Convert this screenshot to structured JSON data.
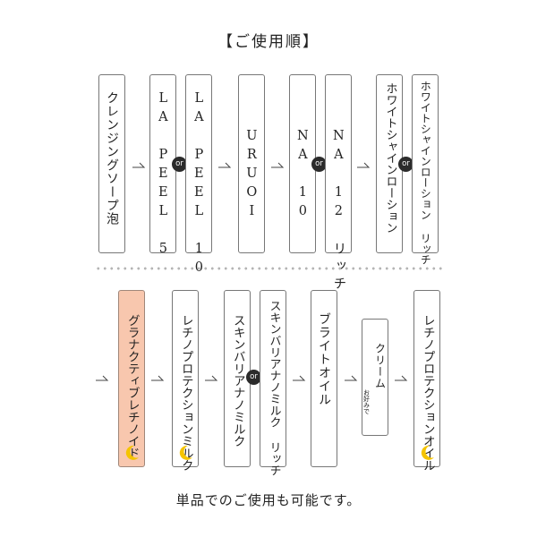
{
  "title": "【ご使用順】",
  "top_row": {
    "steps": [
      {
        "label": "クレンジングソープ泡"
      },
      {
        "label": "LA PEEL 5"
      },
      {
        "label": "LA PEEL 10"
      },
      {
        "label": "URUOI"
      },
      {
        "label": "NA 10"
      },
      {
        "label": "NA 12 リッチ"
      },
      {
        "label": "ホワイトシャインローション"
      },
      {
        "label": "ホワイトシャインローション リッチ"
      }
    ],
    "connector": "or"
  },
  "bottom_row": {
    "steps": [
      {
        "label": "グラナクティブレチノイド",
        "night": true
      },
      {
        "label": "レチノプロテクションミルク",
        "night": true
      },
      {
        "label": "スキンバリアナノミルク"
      },
      {
        "label": "スキンバリアナノミルク リッチ"
      },
      {
        "label": "ブライトオイル"
      },
      {
        "label": "クリーム",
        "note": "お好みで"
      },
      {
        "label": "レチノプロテクションオイル",
        "night": true
      }
    ],
    "connector": "or"
  },
  "footer": "単品でのご使用も可能です。",
  "colors": {
    "highlight": "#f8c7ae",
    "moon": "#f5c400",
    "or_badge": "#2b2b2b",
    "border": "#777777"
  },
  "icons": {
    "night": "crescent-moon-icon",
    "next": "arrow-right-icon"
  }
}
